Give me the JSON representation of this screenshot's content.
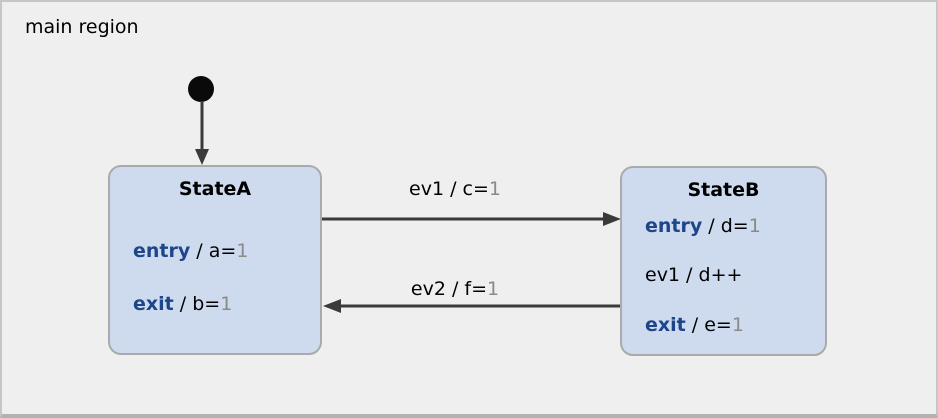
{
  "region": {
    "label": "main region"
  },
  "states": {
    "stateA": {
      "title": "StateA",
      "behaviors": [
        {
          "keyword": "entry",
          "text": " / a=",
          "value": "1"
        },
        {
          "keyword": "exit",
          "text": " / b=",
          "value": "1"
        }
      ]
    },
    "stateB": {
      "title": "StateB",
      "behaviors": [
        {
          "keyword": "entry",
          "text": " / d=",
          "value": "1"
        },
        {
          "keyword": "",
          "text": "ev1 / d++",
          "value": ""
        },
        {
          "keyword": "exit",
          "text": " / e=",
          "value": "1"
        }
      ]
    }
  },
  "transitions": [
    {
      "event_part": "ev1 / c=",
      "value_part": "1"
    },
    {
      "event_part": "ev2 / f=",
      "value_part": "1"
    }
  ],
  "colors": {
    "canvas_bg": "#efefef",
    "canvas_border": "#c6c6c6",
    "state_fill": "#cedbef",
    "state_border": "#aaaaaa",
    "keyword_blue": "#1e4489",
    "value_gray": "#8a8a8a",
    "edge_color": "#3a3a3a",
    "text_color": "#000000"
  }
}
